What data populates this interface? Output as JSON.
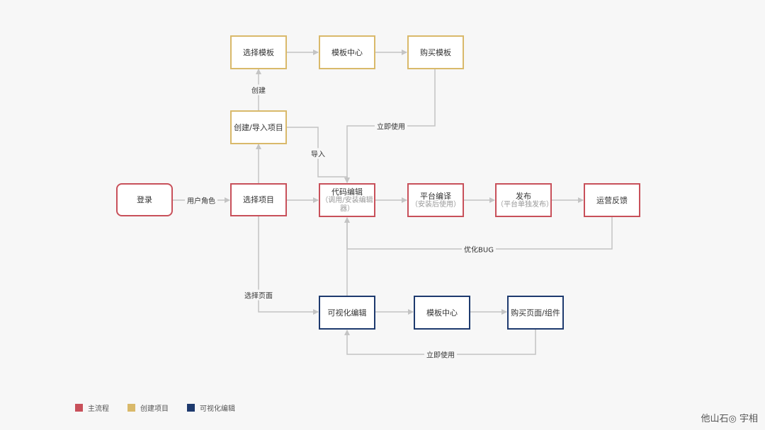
{
  "nodes": {
    "login": {
      "label": "登录"
    },
    "select_project": {
      "label": "选择项目"
    },
    "create_import": {
      "label": "创建/导入项目"
    },
    "select_template": {
      "label": "选择模板"
    },
    "template_center_top": {
      "label": "模板中心"
    },
    "buy_template": {
      "label": "购买模板"
    },
    "code_edit": {
      "label": "代码编辑",
      "sub": "（调用/安装编辑器）"
    },
    "platform_compile": {
      "label": "平台编译",
      "sub": "（安装后使用）"
    },
    "publish": {
      "label": "发布",
      "sub": "（平台单独发布）"
    },
    "ops_feedback": {
      "label": "运营反馈"
    },
    "visual_edit": {
      "label": "可视化编辑"
    },
    "template_center_bottom": {
      "label": "模板中心"
    },
    "buy_page": {
      "label": "购买页面/组件"
    }
  },
  "edge_labels": {
    "user_role": "用户角色",
    "create": "创建",
    "import": "导入",
    "use_now_top": "立即使用",
    "optimize_bug": "优化BUG",
    "select_page": "选择页面",
    "use_now_bottom": "立即使用"
  },
  "legend": [
    {
      "label": "主流程",
      "color": "#c8505a"
    },
    {
      "label": "创建项目",
      "color": "#d9b96a"
    },
    {
      "label": "可视化编辑",
      "color": "#1e3a6e"
    }
  ],
  "watermark": "他山石◎  宇相"
}
